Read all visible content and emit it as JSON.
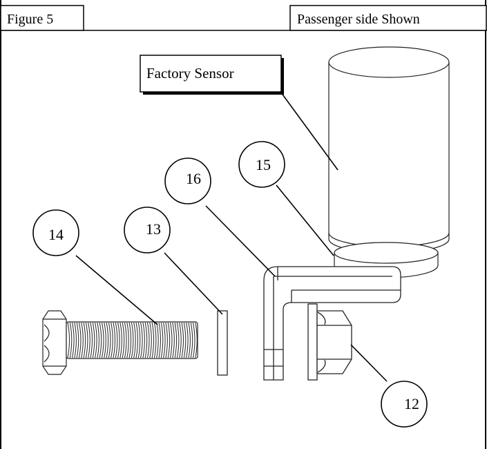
{
  "figure": {
    "title": "Figure 5",
    "view_note": "Passenger side Shown"
  },
  "callouts": {
    "factory_sensor": "Factory Sensor",
    "c12": "12",
    "c13": "13",
    "c14": "14",
    "c15": "15",
    "c16": "16"
  },
  "icons": [
    "hex-bolt-icon",
    "flat-washer-icon",
    "l-bracket-icon",
    "flange-nut-icon",
    "factory-sensor-icon"
  ]
}
